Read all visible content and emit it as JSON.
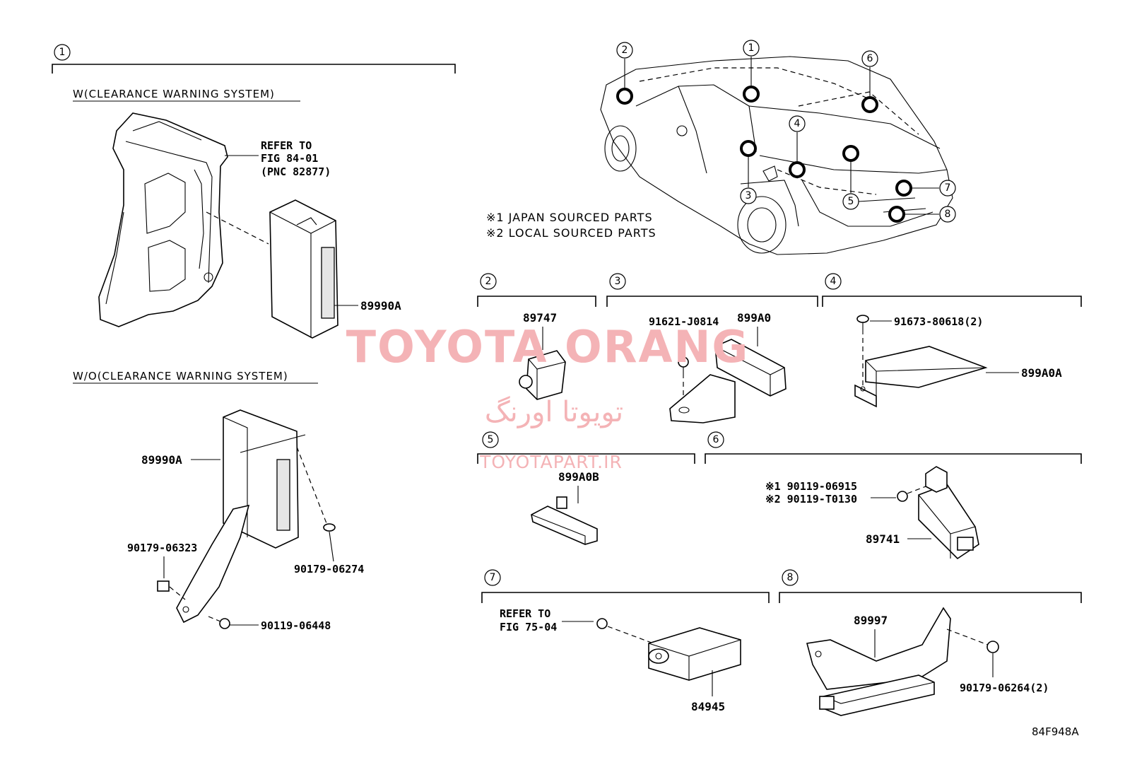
{
  "sections": {
    "s1": {
      "num": "1",
      "w_caption": "W(CLEARANCE WARNING SYSTEM)",
      "wo_caption": "W/O(CLEARANCE WARNING SYSTEM)",
      "refer": [
        "REFER TO",
        "FIG 84-01",
        "(PNC 82877)"
      ],
      "part_w": "89990A",
      "part_wo": "89990A",
      "bolt_a": "90179-06323",
      "bolt_b": "90179-06274",
      "bolt_c": "90119-06448"
    },
    "s2": {
      "num": "2",
      "part": "89747"
    },
    "s3": {
      "num": "3",
      "part": "899A0",
      "bolt": "91621-J0814"
    },
    "s4": {
      "num": "4",
      "part": "899A0A",
      "bolt": "91673-80618(2)"
    },
    "s5": {
      "num": "5",
      "part": "899A0B"
    },
    "s6": {
      "num": "6",
      "part": "89741",
      "bolt1": "※1 90119-06915",
      "bolt2": "※2 90119-T0130"
    },
    "s7": {
      "num": "7",
      "part": "84945",
      "refer": [
        "REFER TO",
        "FIG 75-04"
      ]
    },
    "s8": {
      "num": "8",
      "part": "89997",
      "bolt": "90179-06264(2)"
    }
  },
  "car_callouts": [
    "1",
    "2",
    "3",
    "4",
    "5",
    "6",
    "7",
    "8"
  ],
  "notes": [
    "※1 JAPAN SOURCED PARTS",
    "※2 LOCAL SOURCED PARTS"
  ],
  "watermark": {
    "brand": "TOYOTA ORANG",
    "persian": "تویوتا اورنگ",
    "site": "TOYOTAPART.IR"
  },
  "figure_code": "84F948A"
}
